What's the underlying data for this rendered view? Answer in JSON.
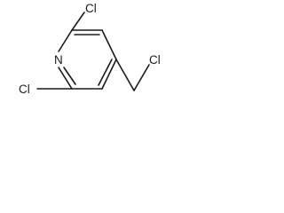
{
  "molecule": {
    "atoms": {
      "ring_nitrogen": "N",
      "chlorine_top": "Cl",
      "chlorine_bottom": "Cl",
      "chlorine_chloromethyl": "Cl"
    }
  },
  "colors": {
    "bond": "#1a1a1a",
    "label": "#1a1a1a",
    "background": "#ffffff"
  }
}
